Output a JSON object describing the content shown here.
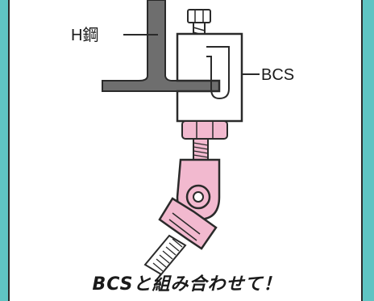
{
  "labels": {
    "h_beam": "H鋼",
    "clamp": "BCS"
  },
  "caption": "BCSと組み合わせて！",
  "colors": {
    "background": "#5fc4c3",
    "beam": "#6e6e6e",
    "joint": "#f2b9cf",
    "outline": "#2a2a2a"
  }
}
